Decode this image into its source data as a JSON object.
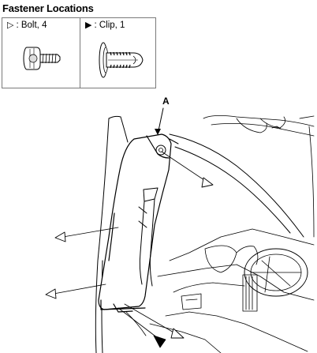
{
  "title": "Fastener Locations",
  "legend": {
    "bolt": {
      "symbol": "▷",
      "label": ": Bolt, 4",
      "icon": "bolt-icon"
    },
    "clip": {
      "symbol": "▶",
      "label": ": Clip, 1",
      "icon": "clip-icon"
    }
  },
  "diagram": {
    "callout_label": "A",
    "bolt_marker_count": 4,
    "clip_marker_count": 1
  },
  "colors": {
    "line": "#000000",
    "frame": "#7a7a7a",
    "background": "#ffffff"
  }
}
